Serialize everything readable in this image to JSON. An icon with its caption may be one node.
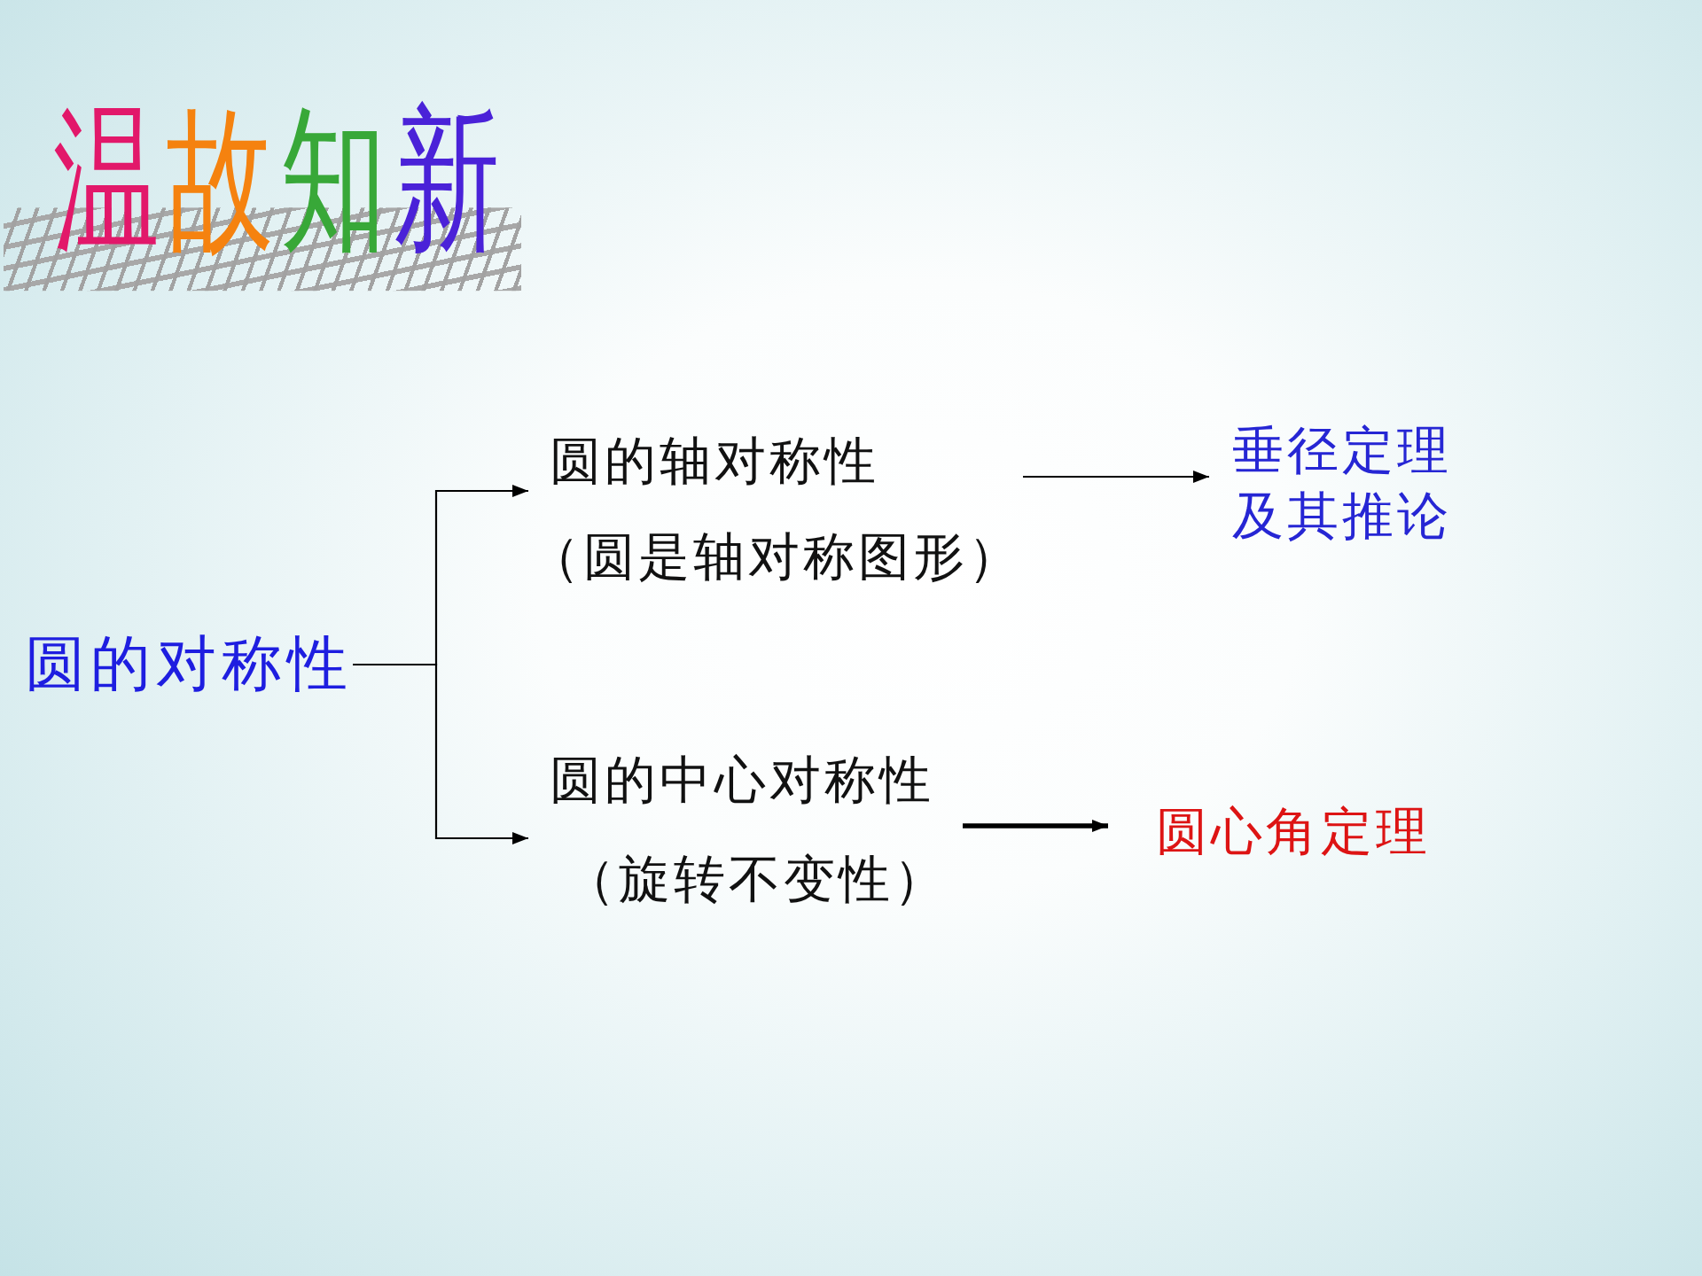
{
  "diagram": {
    "title": "温故知新",
    "nodes": [
      {
        "text": [
          "圆的对称性"
        ]
      },
      {
        "text": [
          "圆的轴对称性",
          "（圆是轴对称图形）"
        ]
      },
      {
        "text": [
          "垂径定理及其推论"
        ]
      },
      {
        "text": [
          "圆的中心对称性",
          "（旋转不变性）"
        ]
      },
      {
        "text": [
          "圆心角定理"
        ]
      }
    ],
    "edges": [
      {
        "from": 0,
        "to": 1,
        "arrow": "to"
      },
      {
        "from": 0,
        "to": 3,
        "arrow": "to"
      },
      {
        "from": 1,
        "to": 2,
        "arrow": "to"
      },
      {
        "from": 3,
        "to": 4,
        "arrow": "to",
        "style": "thick"
      }
    ]
  }
}
